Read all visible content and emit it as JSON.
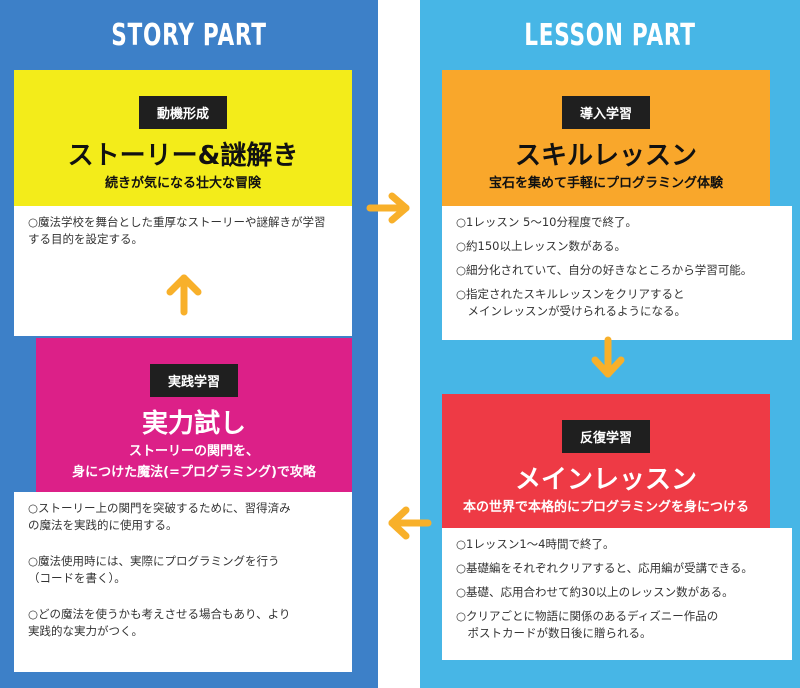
{
  "story": {
    "title": "STORY PART",
    "motivation": {
      "tag": "動機形成",
      "heading": "ストーリー&謎解き",
      "sub": "続きが気になる壮大な冒険",
      "items": [
        "○魔法学校を舞台とした重厚なストーリーや謎解きが学習\nする目的を設定する。"
      ]
    },
    "practice": {
      "tag": "実践学習",
      "heading": "実力試し",
      "sub1": "ストーリーの関門を、",
      "sub2": "身につけた魔法(=プログラミング)で攻略",
      "items": [
        "○ストーリー上の関門を突破するために、習得済み\nの魔法を実践的に使用する。",
        "○魔法使用時には、実際にプログラミングを行う\n（コードを書く）。",
        "○どの魔法を使うかも考えさせる場合もあり、より\n実践的な実力がつく。"
      ]
    }
  },
  "lesson": {
    "title": "LESSON PART",
    "intro": {
      "tag": "導入学習",
      "heading": "スキルレッスン",
      "sub": "宝石を集めて手軽にプログラミング体験",
      "items": [
        "○1レッスン 5～10分程度で終了。",
        "○約150以上レッスン数がある。",
        "○細分化されていて、自分の好きなところから学習可能。",
        "○指定されたスキルレッスンをクリアすると\n　メインレッスンが受けられるようになる。"
      ]
    },
    "repeat": {
      "tag": "反復学習",
      "heading": "メインレッスン",
      "sub": "本の世界で本格的にプログラミングを身につける",
      "items": [
        "○1レッスン1～4時間で終了。",
        "○基礎編をそれぞれクリアすると、応用編が受講できる。",
        "○基礎、応用合わせて約30以上のレッスン数がある。",
        "○クリアごとに物語に関係のあるディズニー作品の\n　ポストカードが数日後に贈られる。"
      ]
    }
  },
  "colors": {
    "story_bg": "#3d80c8",
    "lesson_bg": "#47b6e6",
    "yellow": "#f3ec1a",
    "orange": "#f9a72b",
    "magenta": "#dc2088",
    "red": "#ee3a45",
    "arrow": "#f8b02a"
  }
}
